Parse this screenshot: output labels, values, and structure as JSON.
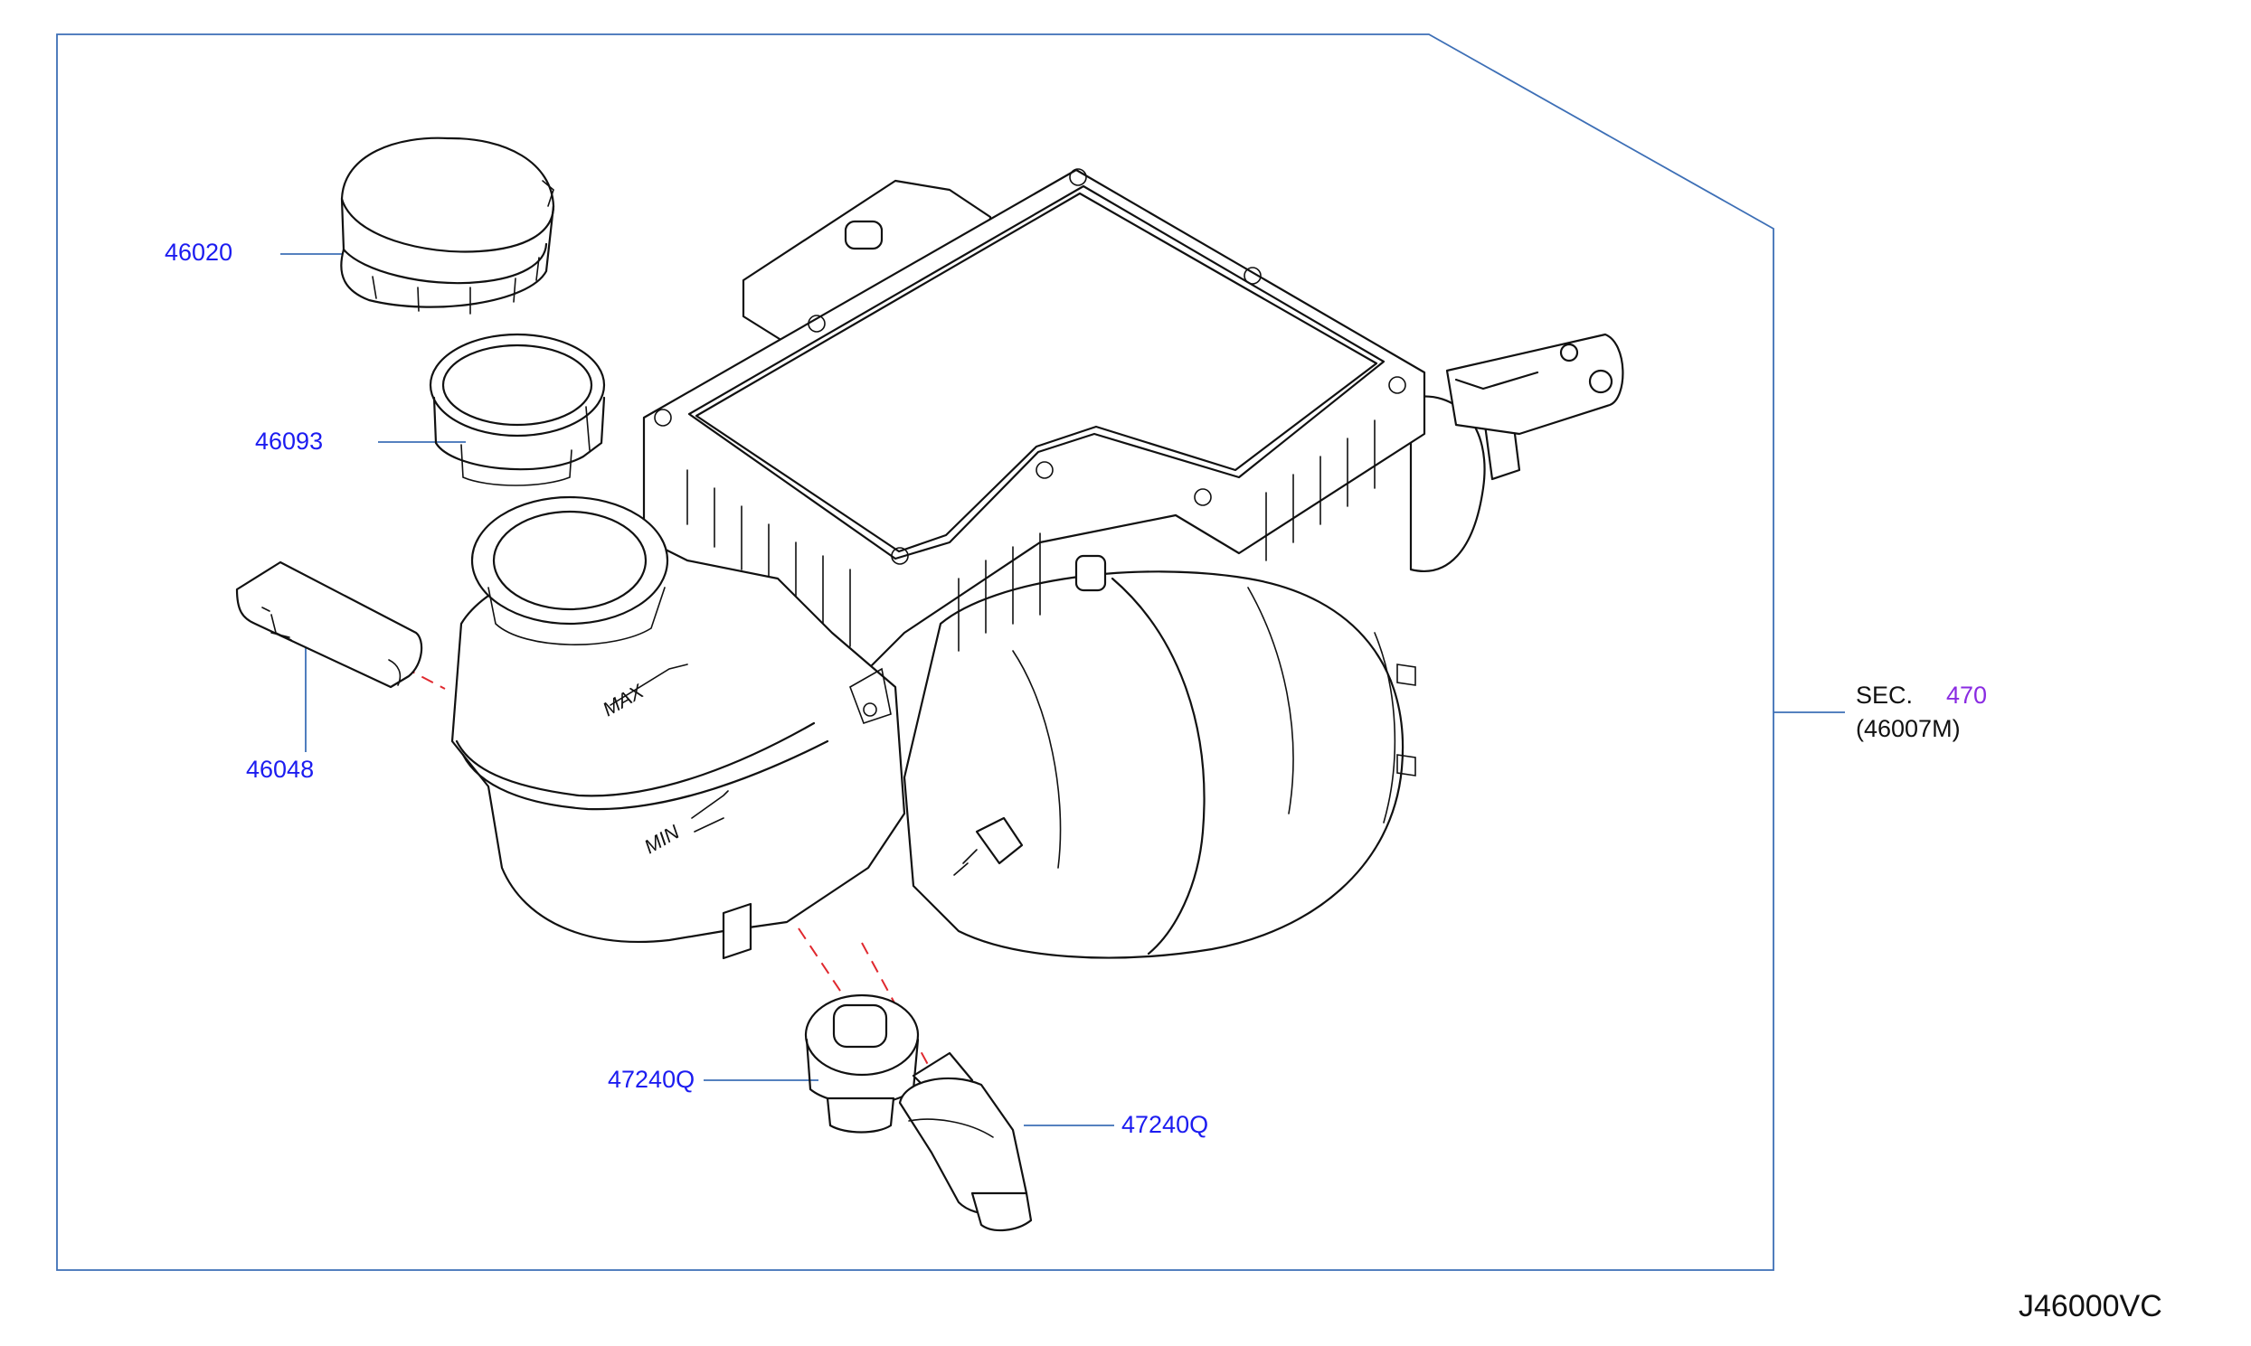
{
  "diagram_code": "J46000VC",
  "parts": [
    {
      "id": "cap",
      "part_number": "46020"
    },
    {
      "id": "strainer",
      "part_number": "46093"
    },
    {
      "id": "seal",
      "part_number": "46048"
    },
    {
      "id": "sensor-left",
      "part_number": "47240Q"
    },
    {
      "id": "sensor-right",
      "part_number": "47240Q"
    }
  ],
  "section_reference": {
    "prefix": "SEC.",
    "section_number": "470",
    "assembly_number": "(46007M)"
  },
  "colors": {
    "part_number_text": "#1c1cf0",
    "section_link_text": "#8a2be2",
    "leader_line": "#3d6fb6",
    "dashed_connector": "#e0282e",
    "drawing_ink": "#111111"
  }
}
